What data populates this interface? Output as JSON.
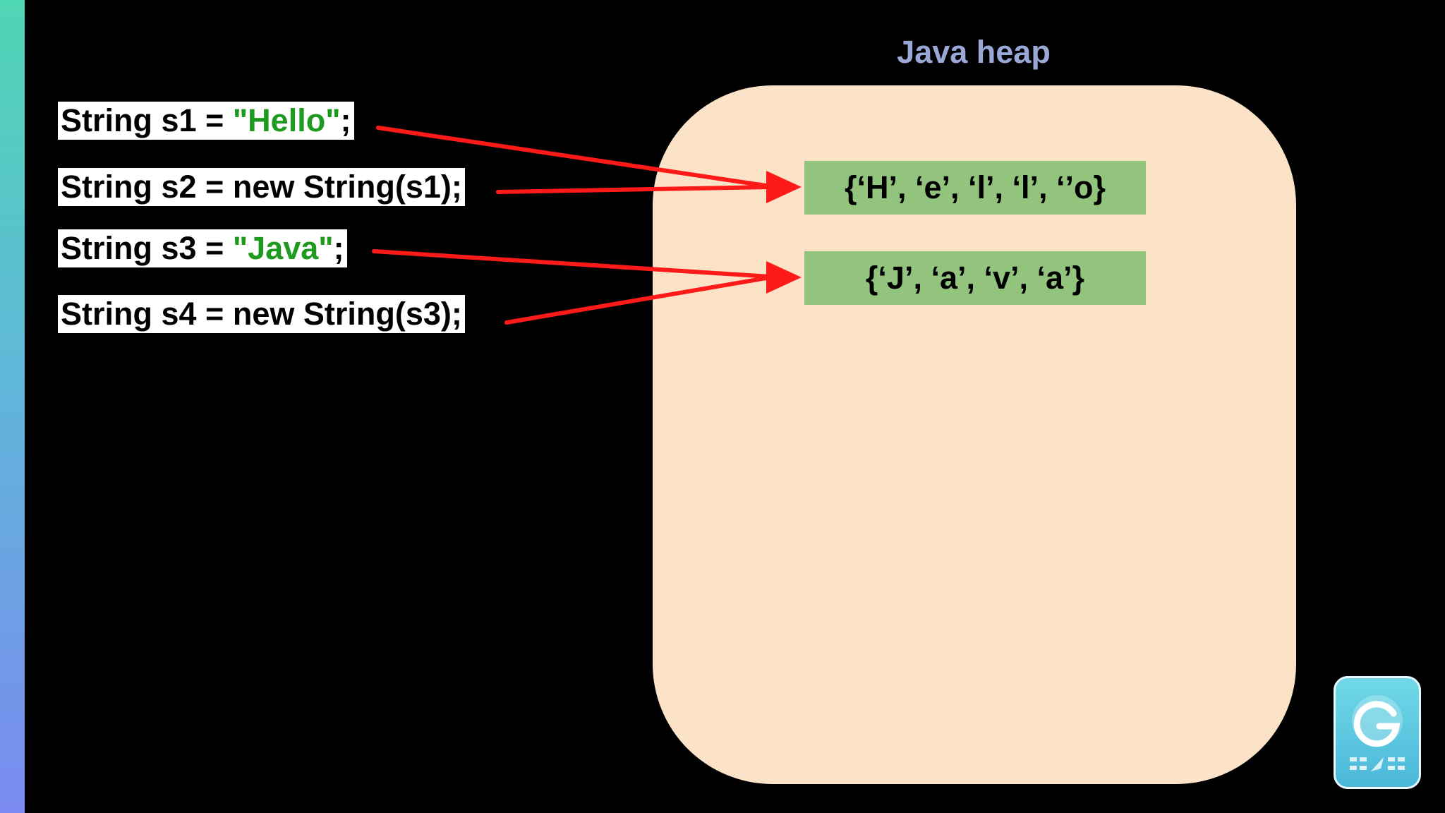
{
  "heap": {
    "title": "Java heap",
    "fill_color": "#fce3c8"
  },
  "code_lines": [
    {
      "prefix": "String s1 = ",
      "literal": "\"Hello\"",
      "suffix": ";"
    },
    {
      "prefix": "String s2 = new String(s1);",
      "literal": "",
      "suffix": ""
    },
    {
      "prefix": "String s3 = ",
      "literal": "\"Java\"",
      "suffix": ";"
    },
    {
      "prefix": "String s4 = new String(s3);",
      "literal": "",
      "suffix": ""
    }
  ],
  "arrays": [
    {
      "text": "{‘H’, ‘e’, ‘l’, ‘l’, ‘’o}"
    },
    {
      "text": "{‘J’, ‘a’, ‘v’, ‘a’}"
    }
  ],
  "colors": {
    "arrow": "#ff1a1a",
    "string_literal": "#1e9a1e",
    "array_box": "#93c47d",
    "background": "#000000"
  },
  "icons": {
    "badge": "g-logo-icon"
  }
}
